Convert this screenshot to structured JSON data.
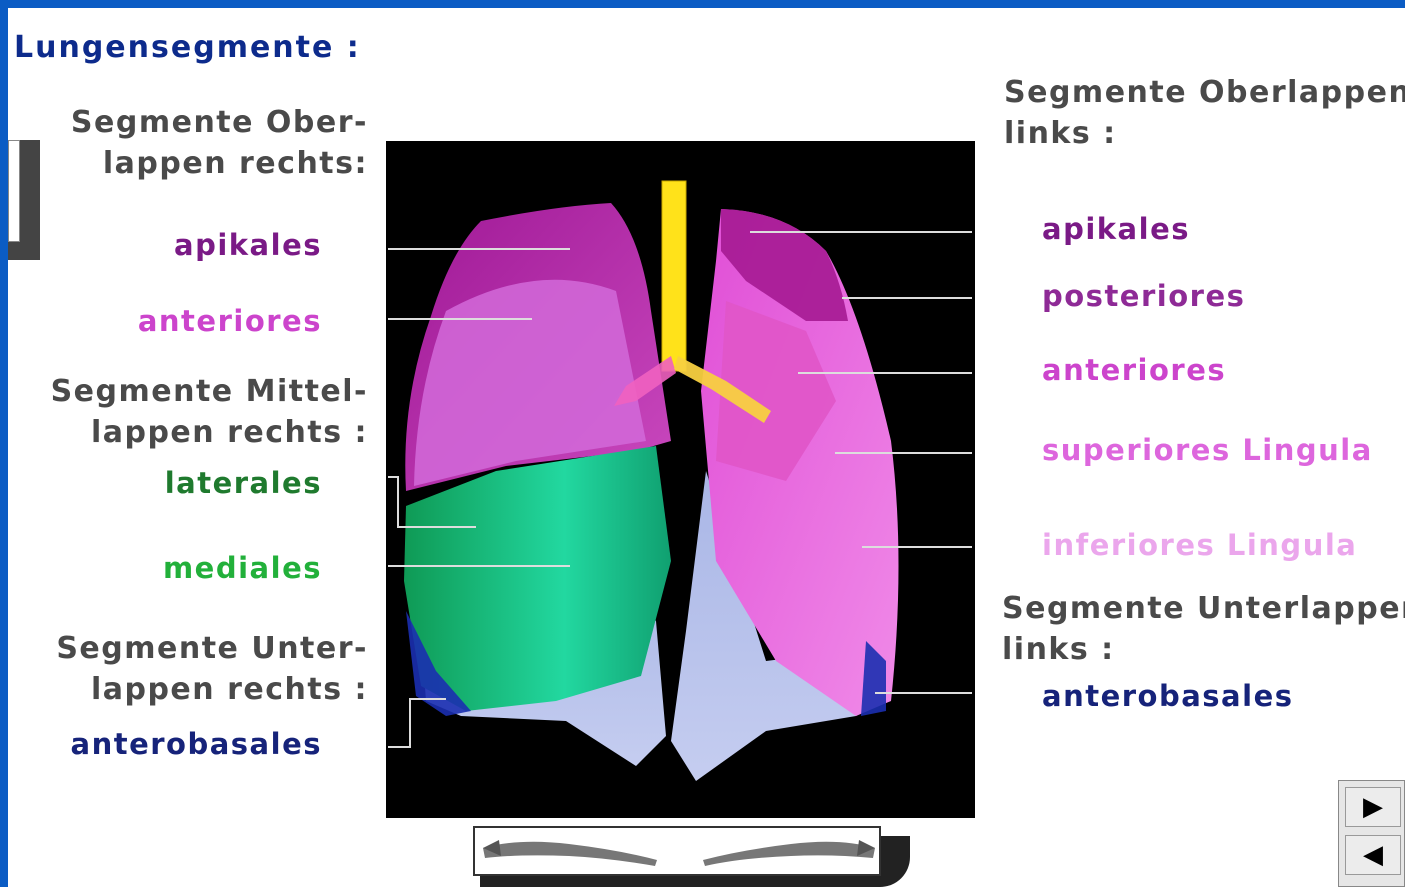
{
  "title": "Lungensegmente :",
  "right_upper": {
    "header_l1": "Segmente Ober-",
    "header_l2": "lappen rechts:",
    "apikales": "apikales",
    "anteriores": "anteriores"
  },
  "right_middle": {
    "header_l1": "Segmente Mittel-",
    "header_l2": "lappen rechts :",
    "laterales": "laterales",
    "mediales": "mediales"
  },
  "right_lower": {
    "header_l1": "Segmente Unter-",
    "header_l2": "lappen rechts :",
    "anterobasales": "anterobasales"
  },
  "left_upper": {
    "header_l1": "Segmente Oberlappen",
    "header_l2": "links :",
    "apikales": "apikales",
    "posteriores": "posteriores",
    "anteriores": "anteriores",
    "superiores": "superiores Lingula",
    "inferiores": "inferiores Lingula"
  },
  "left_lower": {
    "header_l1": "Segmente Unterlappen",
    "header_l2": "links :",
    "anterobasales": "anterobasales"
  },
  "nav": {
    "next_icon": "triangle-right-icon",
    "prev_icon": "triangle-left-icon",
    "next_glyph": "▶",
    "prev_glyph": "◀"
  },
  "colors": {
    "frame": "#0b5cc4",
    "title": "#0d2b8c",
    "header": "#4a4a4a",
    "purple": "#7a1a86",
    "pink": "#cc44cc",
    "light_pink": "#e79be8",
    "green": "#1f9a2e",
    "navy": "#16237a"
  }
}
